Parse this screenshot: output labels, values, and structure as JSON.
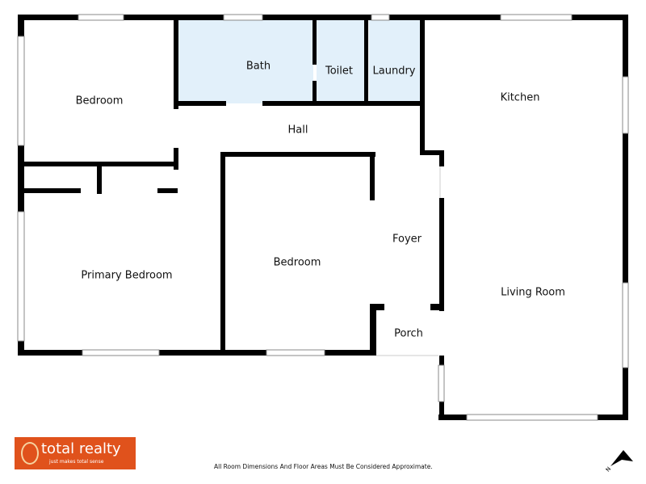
{
  "rooms": {
    "bedroom_nw": "Bedroom",
    "bath": "Bath",
    "toilet": "Toilet",
    "laundry": "Laundry",
    "kitchen": "Kitchen",
    "hall": "Hall",
    "foyer": "Foyer",
    "bedroom_mid": "Bedroom",
    "primary_bedroom": "Primary Bedroom",
    "living_room": "Living Room",
    "porch": "Porch"
  },
  "colors": {
    "wet_area": "#e2f0fa",
    "wall": "#000000",
    "logo_bg": "#e0521c"
  },
  "logo": {
    "name": "total realty",
    "tagline": "just makes total sense"
  },
  "disclaimer": "All Room Dimensions And Floor Areas Must Be Considered Approximate.",
  "north_label": "N"
}
